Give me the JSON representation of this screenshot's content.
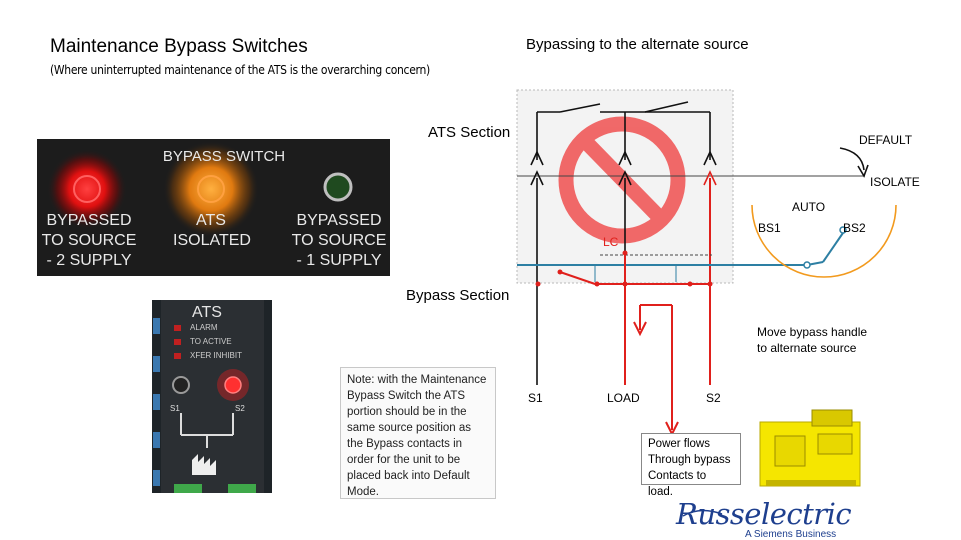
{
  "title": "Maintenance Bypass Switches",
  "subtitle": "(Where uninterrupted maintenance of the ATS is the overarching concern)",
  "heading_right": "Bypassing to the alternate source",
  "bypass_panel": {
    "header": "BYPASS  SWITCH",
    "left": "BYPASSED TO SOURCE - 2 SUPPLY",
    "middle": "ATS ISOLATED",
    "right": "BYPASSED TO SOURCE - 1 SUPPLY"
  },
  "ats_panel": {
    "title": "ATS",
    "items": [
      "ALARM",
      "TO ACTIVE",
      "XFER INHIBIT"
    ],
    "s1": "S1",
    "s2": "S2"
  },
  "note": "Note: with the Maintenance Bypass Switch the ATS portion should be in the same source position as the Bypass contacts in order for the unit to be placed back into Default Mode.",
  "diagram": {
    "ats_section": "ATS Section",
    "bypass_section": "Bypass Section",
    "lc": "LC",
    "s1": "S1",
    "load": "LOAD",
    "s2": "S2",
    "default": "DEFAULT",
    "isolate": "ISOLATE",
    "auto": "AUTO",
    "bs1": "BS1",
    "bs2": "BS2",
    "move_handle": "Move bypass handle to alternate source",
    "power_flows": "Power flows Through bypass Contacts to load."
  },
  "logo": {
    "name": "Russelectric",
    "tagline": "A Siemens Business"
  },
  "colors": {
    "power_red": "#e0201c",
    "control_blue": "#2d7fa3",
    "auto_orange": "#f29a1e",
    "no_symbol_red": "#f05a5a",
    "logo_blue": "#1e3f8e"
  }
}
